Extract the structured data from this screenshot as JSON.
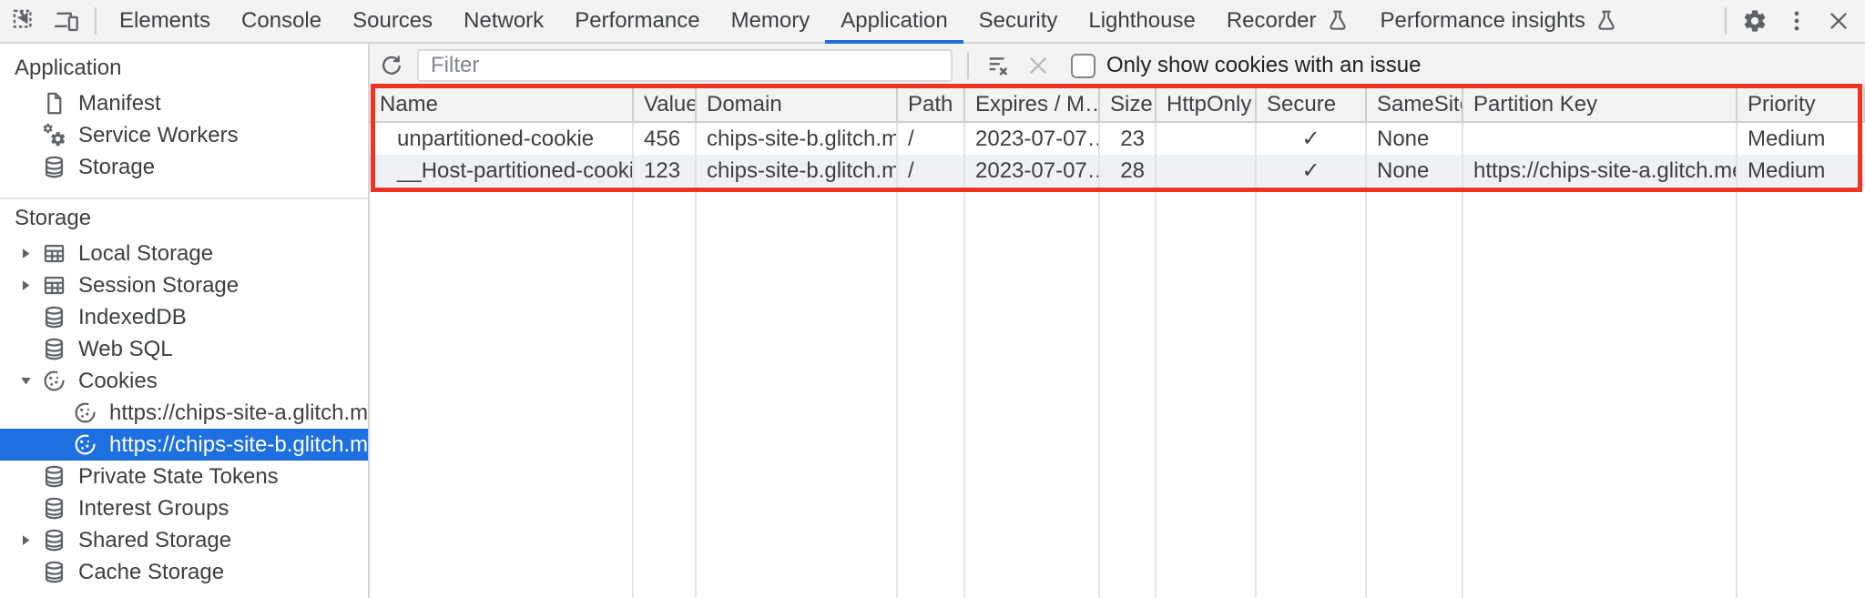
{
  "tabbar": {
    "tabs": [
      {
        "label": "Elements"
      },
      {
        "label": "Console"
      },
      {
        "label": "Sources"
      },
      {
        "label": "Network"
      },
      {
        "label": "Performance"
      },
      {
        "label": "Memory"
      },
      {
        "label": "Application",
        "active": true
      },
      {
        "label": "Security"
      },
      {
        "label": "Lighthouse"
      },
      {
        "label": "Recorder",
        "experimental": true
      },
      {
        "label": "Performance insights",
        "experimental": true
      }
    ]
  },
  "sidebar": {
    "application_section": {
      "title": "Application",
      "items": [
        {
          "label": "Manifest",
          "icon": "manifest-file-icon"
        },
        {
          "label": "Service Workers",
          "icon": "service-workers-gears-icon"
        },
        {
          "label": "Storage",
          "icon": "database-icon"
        }
      ]
    },
    "storage_section": {
      "title": "Storage",
      "items": [
        {
          "label": "Local Storage",
          "icon": "table-icon",
          "arrow": "collapsed"
        },
        {
          "label": "Session Storage",
          "icon": "table-icon",
          "arrow": "collapsed"
        },
        {
          "label": "IndexedDB",
          "icon": "database-icon"
        },
        {
          "label": "Web SQL",
          "icon": "database-icon"
        },
        {
          "label": "Cookies",
          "icon": "cookie-icon",
          "arrow": "expanded"
        },
        {
          "label": "https://chips-site-a.glitch.me",
          "icon": "cookie-icon",
          "child": true
        },
        {
          "label": "https://chips-site-b.glitch.me",
          "icon": "cookie-icon",
          "child": true,
          "selected": true
        },
        {
          "label": "Private State Tokens",
          "icon": "database-icon"
        },
        {
          "label": "Interest Groups",
          "icon": "database-icon"
        },
        {
          "label": "Shared Storage",
          "icon": "database-icon",
          "arrow": "collapsed"
        },
        {
          "label": "Cache Storage",
          "icon": "database-icon"
        }
      ]
    }
  },
  "cookies_toolbar": {
    "filter_placeholder": "Filter",
    "only_issue_label": "Only show cookies with an issue",
    "checkbox_checked": false
  },
  "cookies_table": {
    "columns": [
      "Name",
      "Value",
      "Domain",
      "Path",
      "Expires / M…",
      "Size",
      "HttpOnly",
      "Secure",
      "SameSite",
      "Partition Key",
      "Priority"
    ],
    "rows": [
      {
        "name": "unpartitioned-cookie",
        "value": "456",
        "domain": "chips-site-b.glitch.me",
        "path": "/",
        "expires": "2023-07-07…",
        "size": "23",
        "http_only": "",
        "secure": "✓",
        "same_site": "None",
        "partition_key": "",
        "priority": "Medium"
      },
      {
        "name": "__Host-partitioned-cookie",
        "value": "123",
        "domain": "chips-site-b.glitch.me",
        "path": "/",
        "expires": "2023-07-07…",
        "size": "28",
        "http_only": "",
        "secure": "✓",
        "same_site": "None",
        "partition_key": "https://chips-site-a.glitch.me",
        "priority": "Medium"
      }
    ]
  },
  "annotation": {
    "highlight_color": "#ee3524"
  },
  "colors": {
    "accent_blue": "#1e70e0",
    "selected_item_bg": "#1e70e0",
    "toolbar_bg": "#f3f3f4",
    "alt_row_bg": "#eef1f5"
  }
}
